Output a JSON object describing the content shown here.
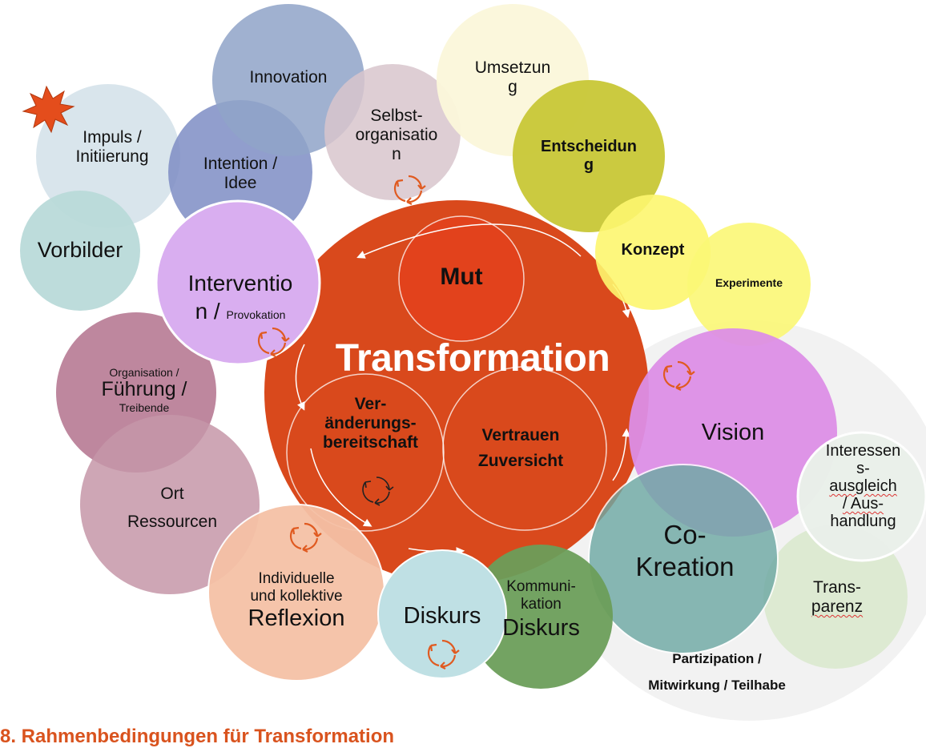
{
  "colors": {
    "transformation": "#d9491c",
    "accent_orange": "#e05a20",
    "caption": "#d9531e"
  },
  "center": {
    "title": "Transformation",
    "mut": "Mut",
    "veraenderung": [
      "Ver-",
      "änderungs-",
      "bereitschaft"
    ],
    "vertrauen": [
      "Vertrauen",
      "Zuversicht"
    ]
  },
  "bubbles": {
    "impuls": [
      "Impuls /",
      "Initiierung"
    ],
    "innovation": "Innovation",
    "intention": [
      "Intention /",
      "Idee"
    ],
    "selbstorganisation": [
      "Selbst-",
      "organisatio",
      "n"
    ],
    "umsetzung": [
      "Umsetzun",
      "g"
    ],
    "entscheidung": [
      "Entscheidun",
      "g"
    ],
    "vorbilder": "Vorbilder",
    "intervention": [
      "Interventio",
      "n /",
      "Provokation"
    ],
    "konzept": "Konzept",
    "experimente": "Experimente",
    "fuehrung": [
      "Organisation /",
      "Führung /",
      "Treibende"
    ],
    "vision": "Vision",
    "interessen": [
      "Interessen",
      "s-",
      "ausgleich",
      "/ Aus-",
      "handlung"
    ],
    "ressourcen": [
      "Ort",
      "Ressourcen"
    ],
    "kokreation": [
      "Co-",
      "Kreation"
    ],
    "transparenz": [
      "Trans-",
      "parenz"
    ],
    "reflexion": [
      "Individuelle",
      "und kollektive",
      "Reflexion"
    ],
    "diskurs": "Diskurs",
    "kommunikation": [
      "Kommuni-",
      "kation",
      "Diskurs"
    ],
    "partizipation": [
      "Partizipation /",
      "Mitwirkung / Teilhabe"
    ]
  },
  "caption": "8. Rahmenbedingungen für Transformation"
}
